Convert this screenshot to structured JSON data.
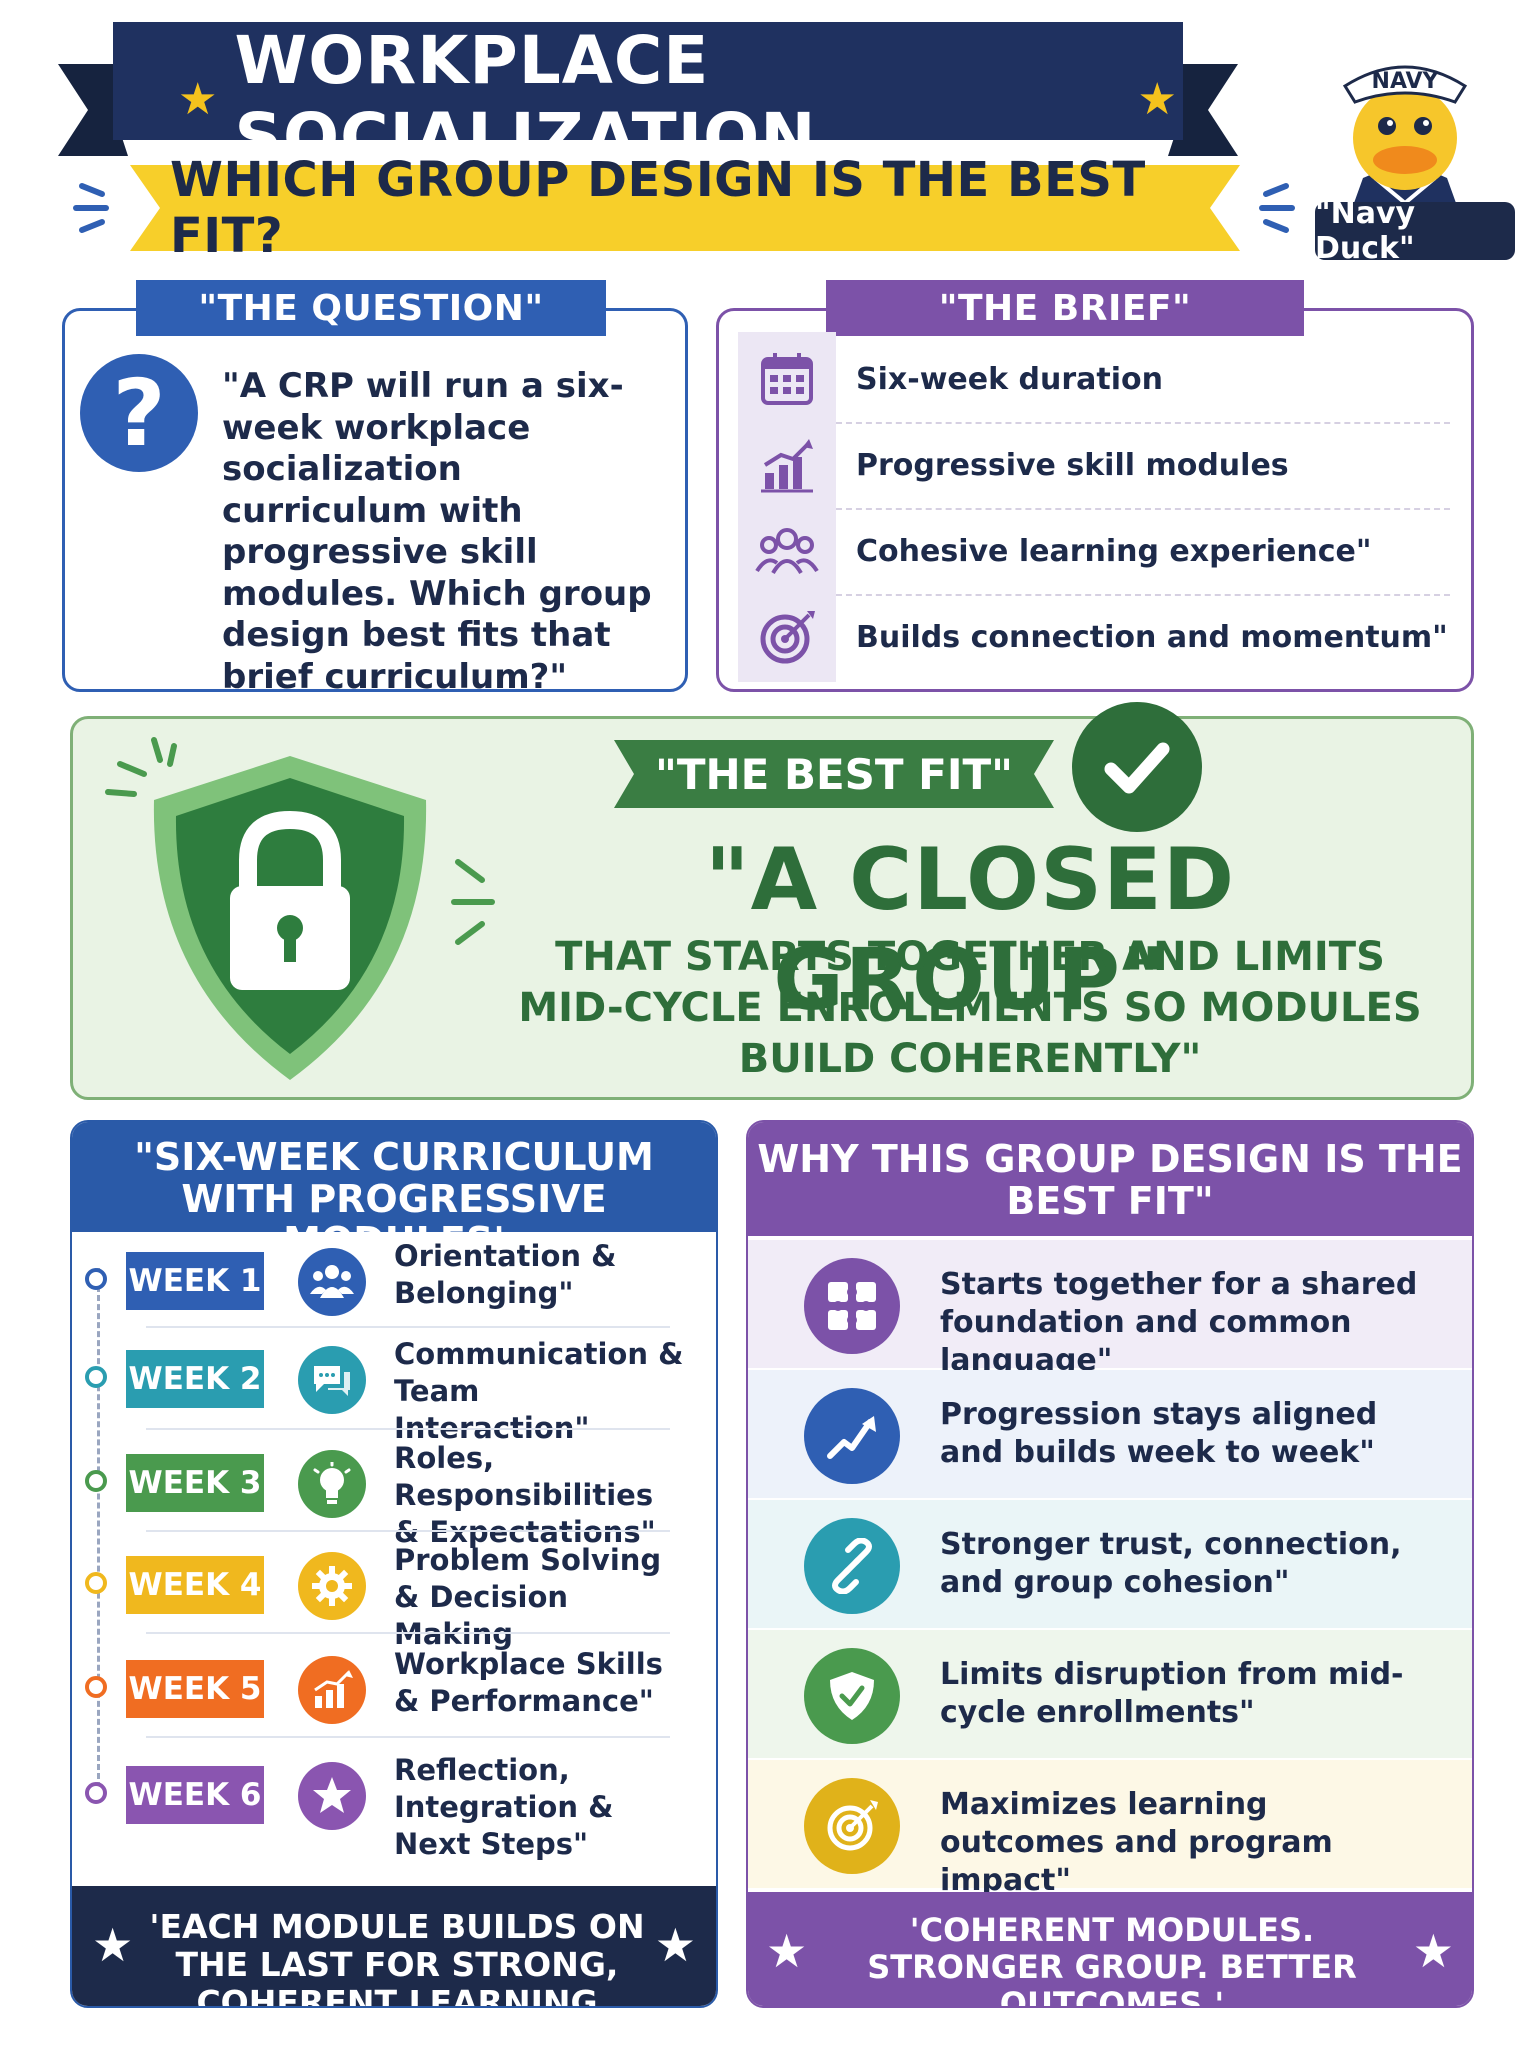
{
  "header": {
    "title": "WORKPLACE SOCIALIZATION",
    "subtitle": "WHICH GROUP DESIGN IS THE BEST FIT?",
    "mascot_cap": "NAVY",
    "mascot_label": "\"Navy Duck\""
  },
  "question": {
    "tab": "\"THE QUESTION\"",
    "text": "\"A CRP will run a six-week workplace socialization curriculum with progressive skill modules. Which group design best fits that brief curriculum?\""
  },
  "brief": {
    "tab": "\"THE BRIEF\"",
    "items": [
      {
        "label": "Six-week duration",
        "icon": "calendar-icon"
      },
      {
        "label": "Progressive skill modules",
        "icon": "bar-chart-icon"
      },
      {
        "label": "Cohesive learning experience\"",
        "icon": "group-icon"
      },
      {
        "label": "Builds connection and momentum\"",
        "icon": "target-icon"
      }
    ]
  },
  "best_fit": {
    "tab": "\"THE BEST FIT\"",
    "title": "\"A CLOSED GROUP\"",
    "subtitle": "THAT STARTS TOGETHER AND LIMITS MID-CYCLE ENROLLMENTS SO MODULES BUILD COHERENTLY\""
  },
  "curriculum": {
    "heading": "\"SIX-WEEK CURRICULUM WITH PROGRESSIVE MODULES'",
    "weeks": [
      {
        "badge": "WEEK 1",
        "label": "Orientation & Belonging\"",
        "color": "#2f5fb3",
        "icon": "people-icon"
      },
      {
        "badge": "WEEK 2",
        "label": "Communication & Team Interaction\"",
        "color": "#2a9db0",
        "icon": "chat-icon"
      },
      {
        "badge": "WEEK 3",
        "label": "Roles, Responsibilities & Expectations\"",
        "color": "#4a9a4e",
        "icon": "lightbulb-icon"
      },
      {
        "badge": "WEEK 4",
        "label": "Problem Solving & Decision Making",
        "color": "#f0b81e",
        "icon": "gear-icon"
      },
      {
        "badge": "WEEK 5",
        "label": "Workplace Skills & Performance\"",
        "color": "#f06d22",
        "icon": "growth-chart-icon"
      },
      {
        "badge": "WEEK 6",
        "label": "Reflection, Integration & Next Steps\"",
        "color": "#8a55b0",
        "icon": "star-icon"
      }
    ],
    "footer": "'EACH MODULE BUILDS ON THE LAST FOR STRONG, COHERENT LEARNING"
  },
  "why": {
    "heading": "WHY THIS GROUP DESIGN IS THE BEST FIT\"",
    "items": [
      {
        "label": "Starts together for a shared foundation and common language\"",
        "color": "#7c52a8",
        "bg": "#f1ecf7",
        "icon": "puzzle-icon"
      },
      {
        "label": "Progression stays aligned and builds week to week\"",
        "color": "#2f5fb3",
        "bg": "#edf2fa",
        "icon": "trend-up-icon"
      },
      {
        "label": "Stronger trust, connection, and group cohesion\"",
        "color": "#2a9db0",
        "bg": "#eaf5f7",
        "icon": "link-icon"
      },
      {
        "label": "Limits disruption from mid-cycle enrollments\"",
        "color": "#4a9a4e",
        "bg": "#eef6ec",
        "icon": "shield-check-icon"
      },
      {
        "label": "Maximizes learning outcomes and program impact\"",
        "color": "#e0b21a",
        "bg": "#fdf8e6",
        "icon": "target-icon"
      }
    ],
    "footer": "'COHERENT MODULES. STRONGER GROUP. BETTER OUTCOMES.'"
  }
}
